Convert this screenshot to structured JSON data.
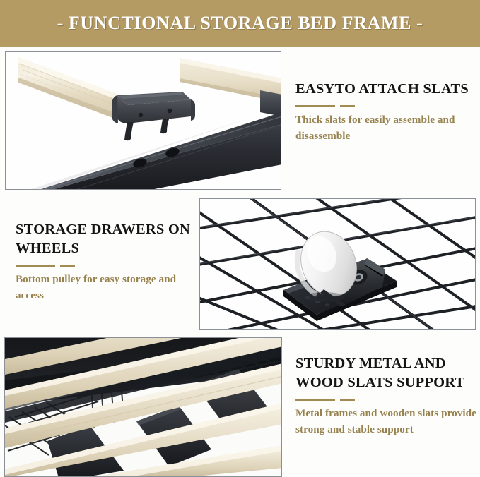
{
  "banner": {
    "title": "- FUNCTIONAL STORAGE BED FRAME -",
    "background_color": "#b49a63",
    "text_color": "#ffffff"
  },
  "theme": {
    "page_background": "#fdfdfb",
    "accent_color": "#a08b52",
    "body_text_color": "#97824f",
    "heading_color": "#141414",
    "photo_border_color": "#8b8f98"
  },
  "features": [
    {
      "id": "easy-to-attach-slats",
      "heading": "EASYTO ATTACH SLATS",
      "body": "Thick slats for easily assemble and disassemble",
      "photo_caption": "Close-up of light wooden bed slat with black plastic end cap resting on a black metal side rail with bolt holes"
    },
    {
      "id": "storage-drawers-on-wheels",
      "heading": "STORAGE DRAWERS ON WHEELS",
      "body": "Bottom pulley for easy storage and access",
      "photo_caption": "Close-up of a white plastic caster wheel on a black mounting bracket attached to a black wire mesh drawer"
    },
    {
      "id": "sturdy-metal-and-wood-slats-support",
      "heading": "STURDY METAL AND WOOD SLATS SUPPORT",
      "body": "Metal frames and wooden slats provide strong and stable support",
      "photo_caption": "Underside view of diagonal light wooden slats supported by black metal cross frames and wire mesh drawer baskets"
    }
  ]
}
